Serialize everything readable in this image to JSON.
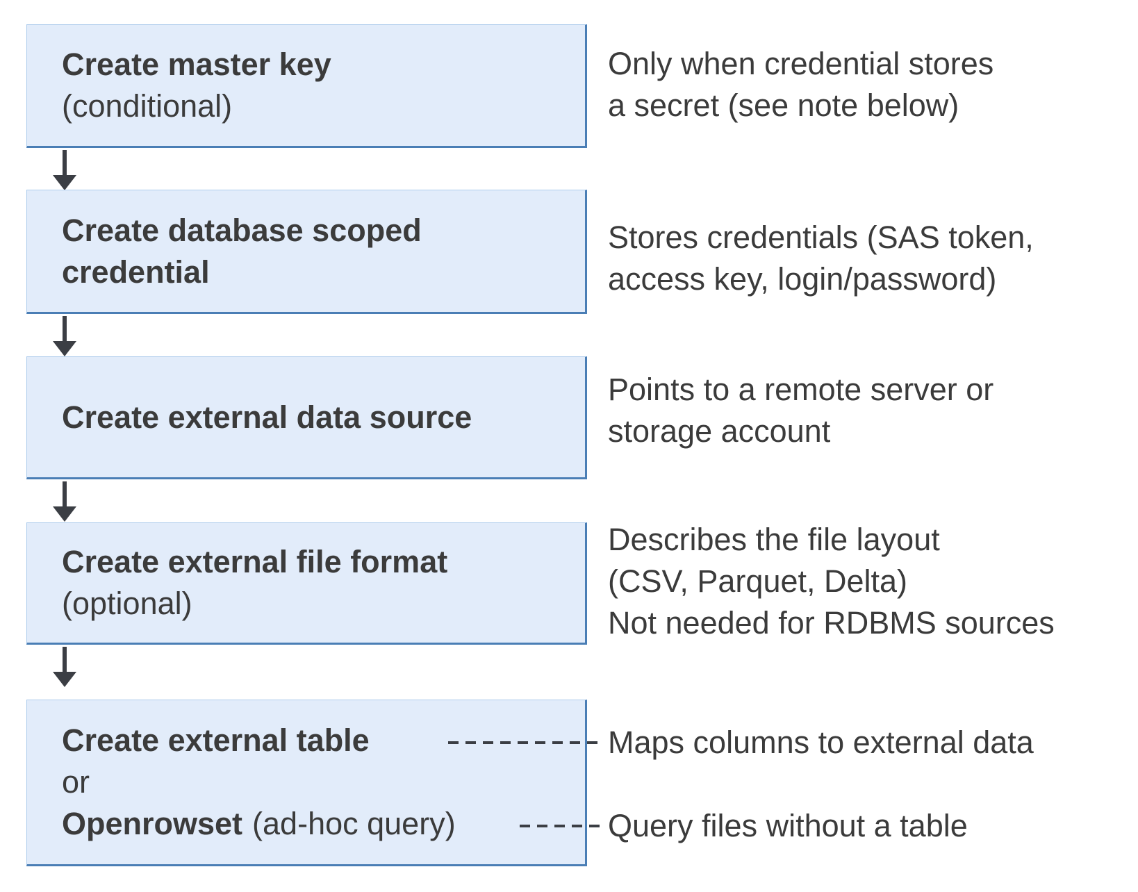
{
  "colors": {
    "box_fill": "#e2ecfa",
    "box_border": "#adcbec",
    "box_border_strong": "#4a7eb5",
    "arrow": "#3b3e44",
    "text": "#3b3b3b"
  },
  "flow": {
    "steps": [
      {
        "title": "Create master key",
        "note": "(conditional)",
        "description": "Only when credential stores\na secret (see note below)"
      },
      {
        "title": "Create database scoped\ncredential",
        "description": "Stores credentials (SAS token,\naccess key, login/password)"
      },
      {
        "title": "Create external data source",
        "description": "Points to a remote server or\nstorage account"
      },
      {
        "title": "Create external file format",
        "note": "(optional)",
        "description": "Describes the file layout\n(CSV, Parquet, Delta)\nNot needed for RDBMS sources"
      },
      {
        "title": "Create external table",
        "or_label": "or",
        "alt_title": "Openrowset",
        "alt_note": "(ad-hoc query)",
        "description_table": "Maps columns to external data",
        "description_openrowset": "Query files without a table"
      }
    ]
  }
}
